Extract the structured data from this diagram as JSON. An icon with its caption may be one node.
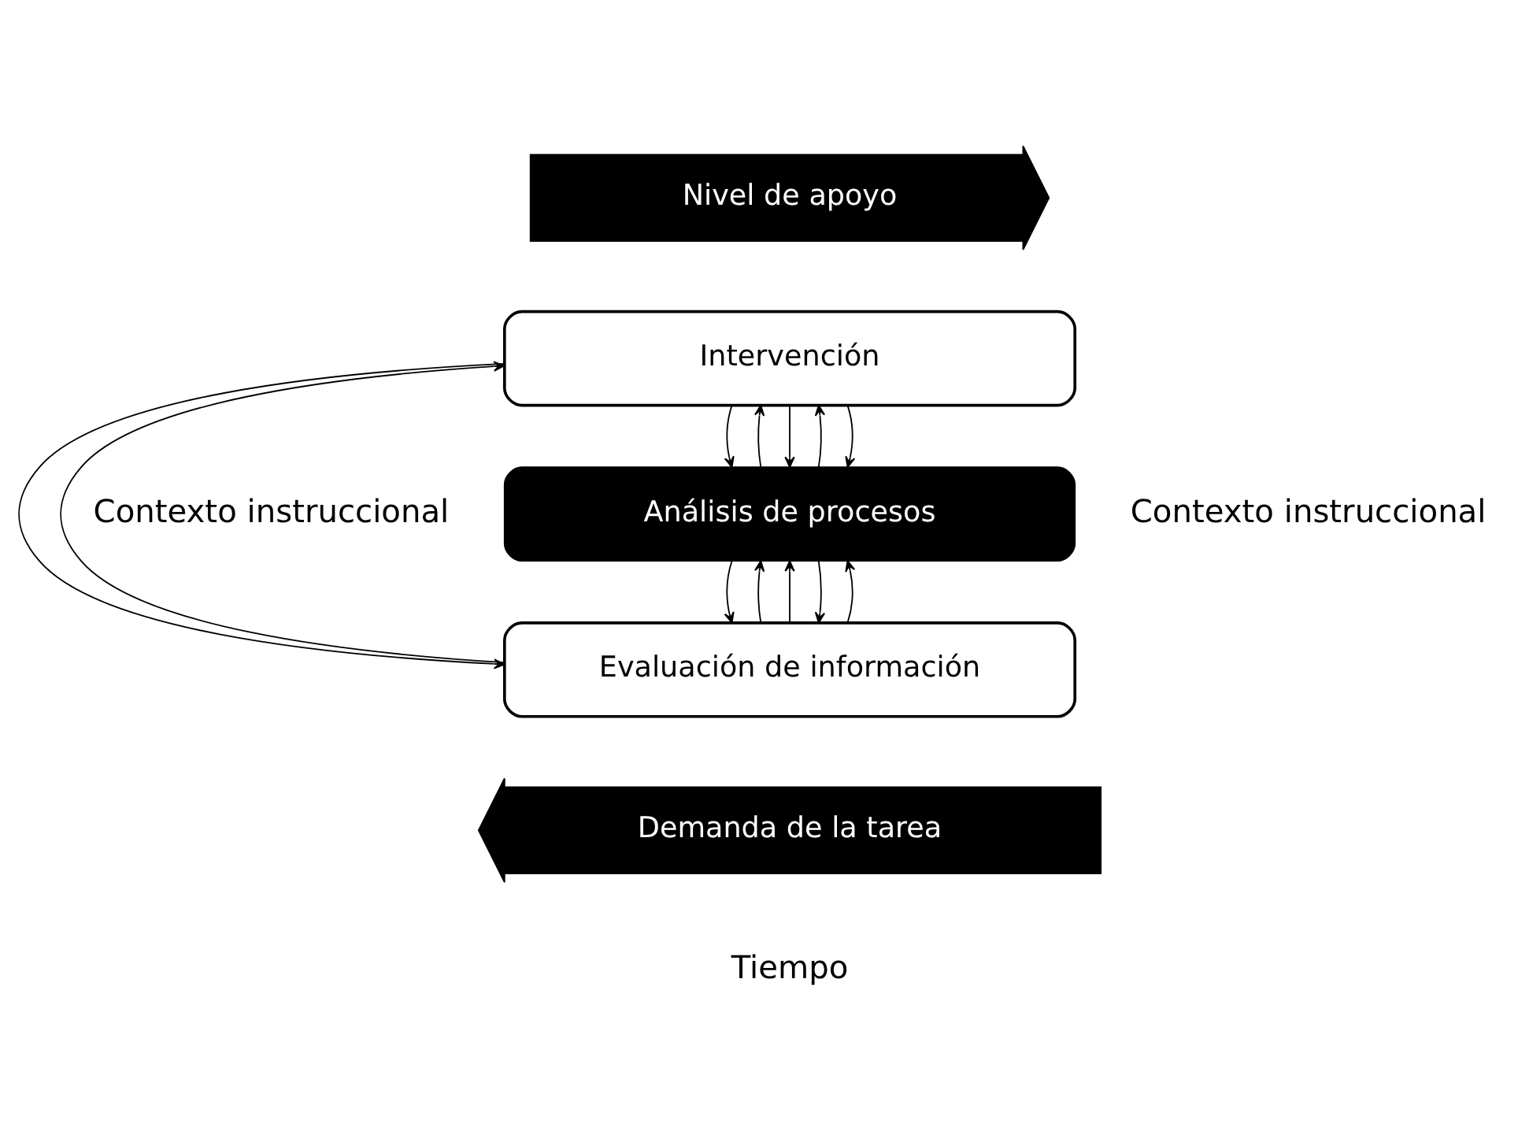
{
  "diagram": {
    "nodes": [
      {
        "text": [
          "Nivel de apoyo"
        ]
      },
      {
        "text": [
          "Intervención"
        ]
      },
      {
        "text": [
          "Análisis de procesos"
        ]
      },
      {
        "text": [
          "Evaluación de información"
        ]
      },
      {
        "text": [
          "Demanda de la tarea"
        ]
      }
    ],
    "edges": [
      {
        "from": 1,
        "to": 2,
        "arrow": "to"
      },
      {
        "from": 2,
        "to": 1,
        "arrow": "to"
      },
      {
        "from": 1,
        "to": 2,
        "arrow": "to"
      },
      {
        "from": 2,
        "to": 1,
        "arrow": "to"
      },
      {
        "from": 1,
        "to": 2,
        "arrow": "to"
      },
      {
        "from": 3,
        "to": 2,
        "arrow": "to"
      },
      {
        "from": 2,
        "to": 3,
        "arrow": "to"
      },
      {
        "from": 3,
        "to": 2,
        "arrow": "to"
      },
      {
        "from": 2,
        "to": 3,
        "arrow": "to"
      },
      {
        "from": 3,
        "to": 2,
        "arrow": "to"
      },
      {
        "from": 1,
        "to": 3,
        "arrow": "to"
      },
      {
        "from": 3,
        "to": 1,
        "arrow": "to"
      }
    ],
    "labels": [
      "Contexto instruccional",
      "Contexto instruccional",
      "Tiempo"
    ]
  }
}
